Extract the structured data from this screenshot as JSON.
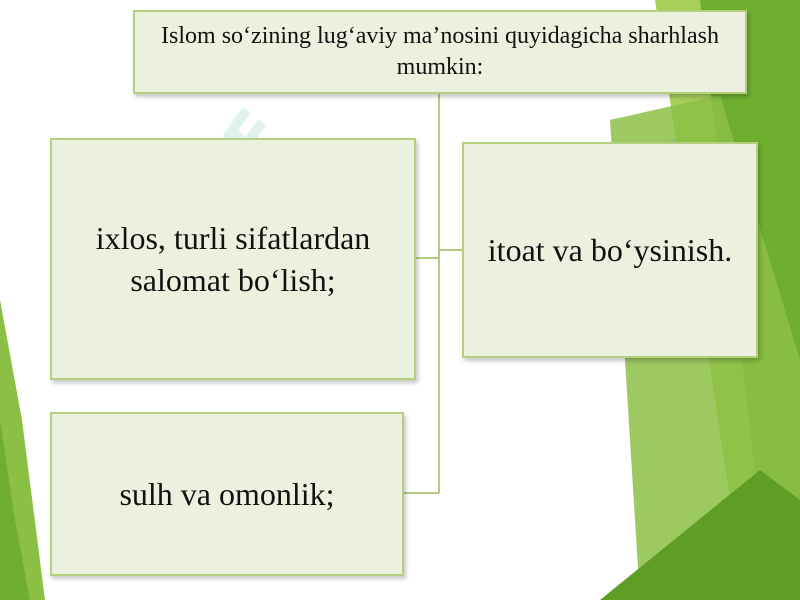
{
  "diagram": {
    "title": "Islom so‘zining lug‘aviy ma’nosini quyidagicha sharhlash mumkin:",
    "items": [
      "ixlos, turli sifatlardan salomat bo‘lish;",
      "itoat va bo‘ysinish.",
      "sulh va omonlik;"
    ]
  },
  "colors": {
    "box_fill": "#ebf1de",
    "box_border": "#b5d07c",
    "connector": "#9bbb59",
    "accent_green": "#6fae2e"
  },
  "watermark": "SOFF"
}
